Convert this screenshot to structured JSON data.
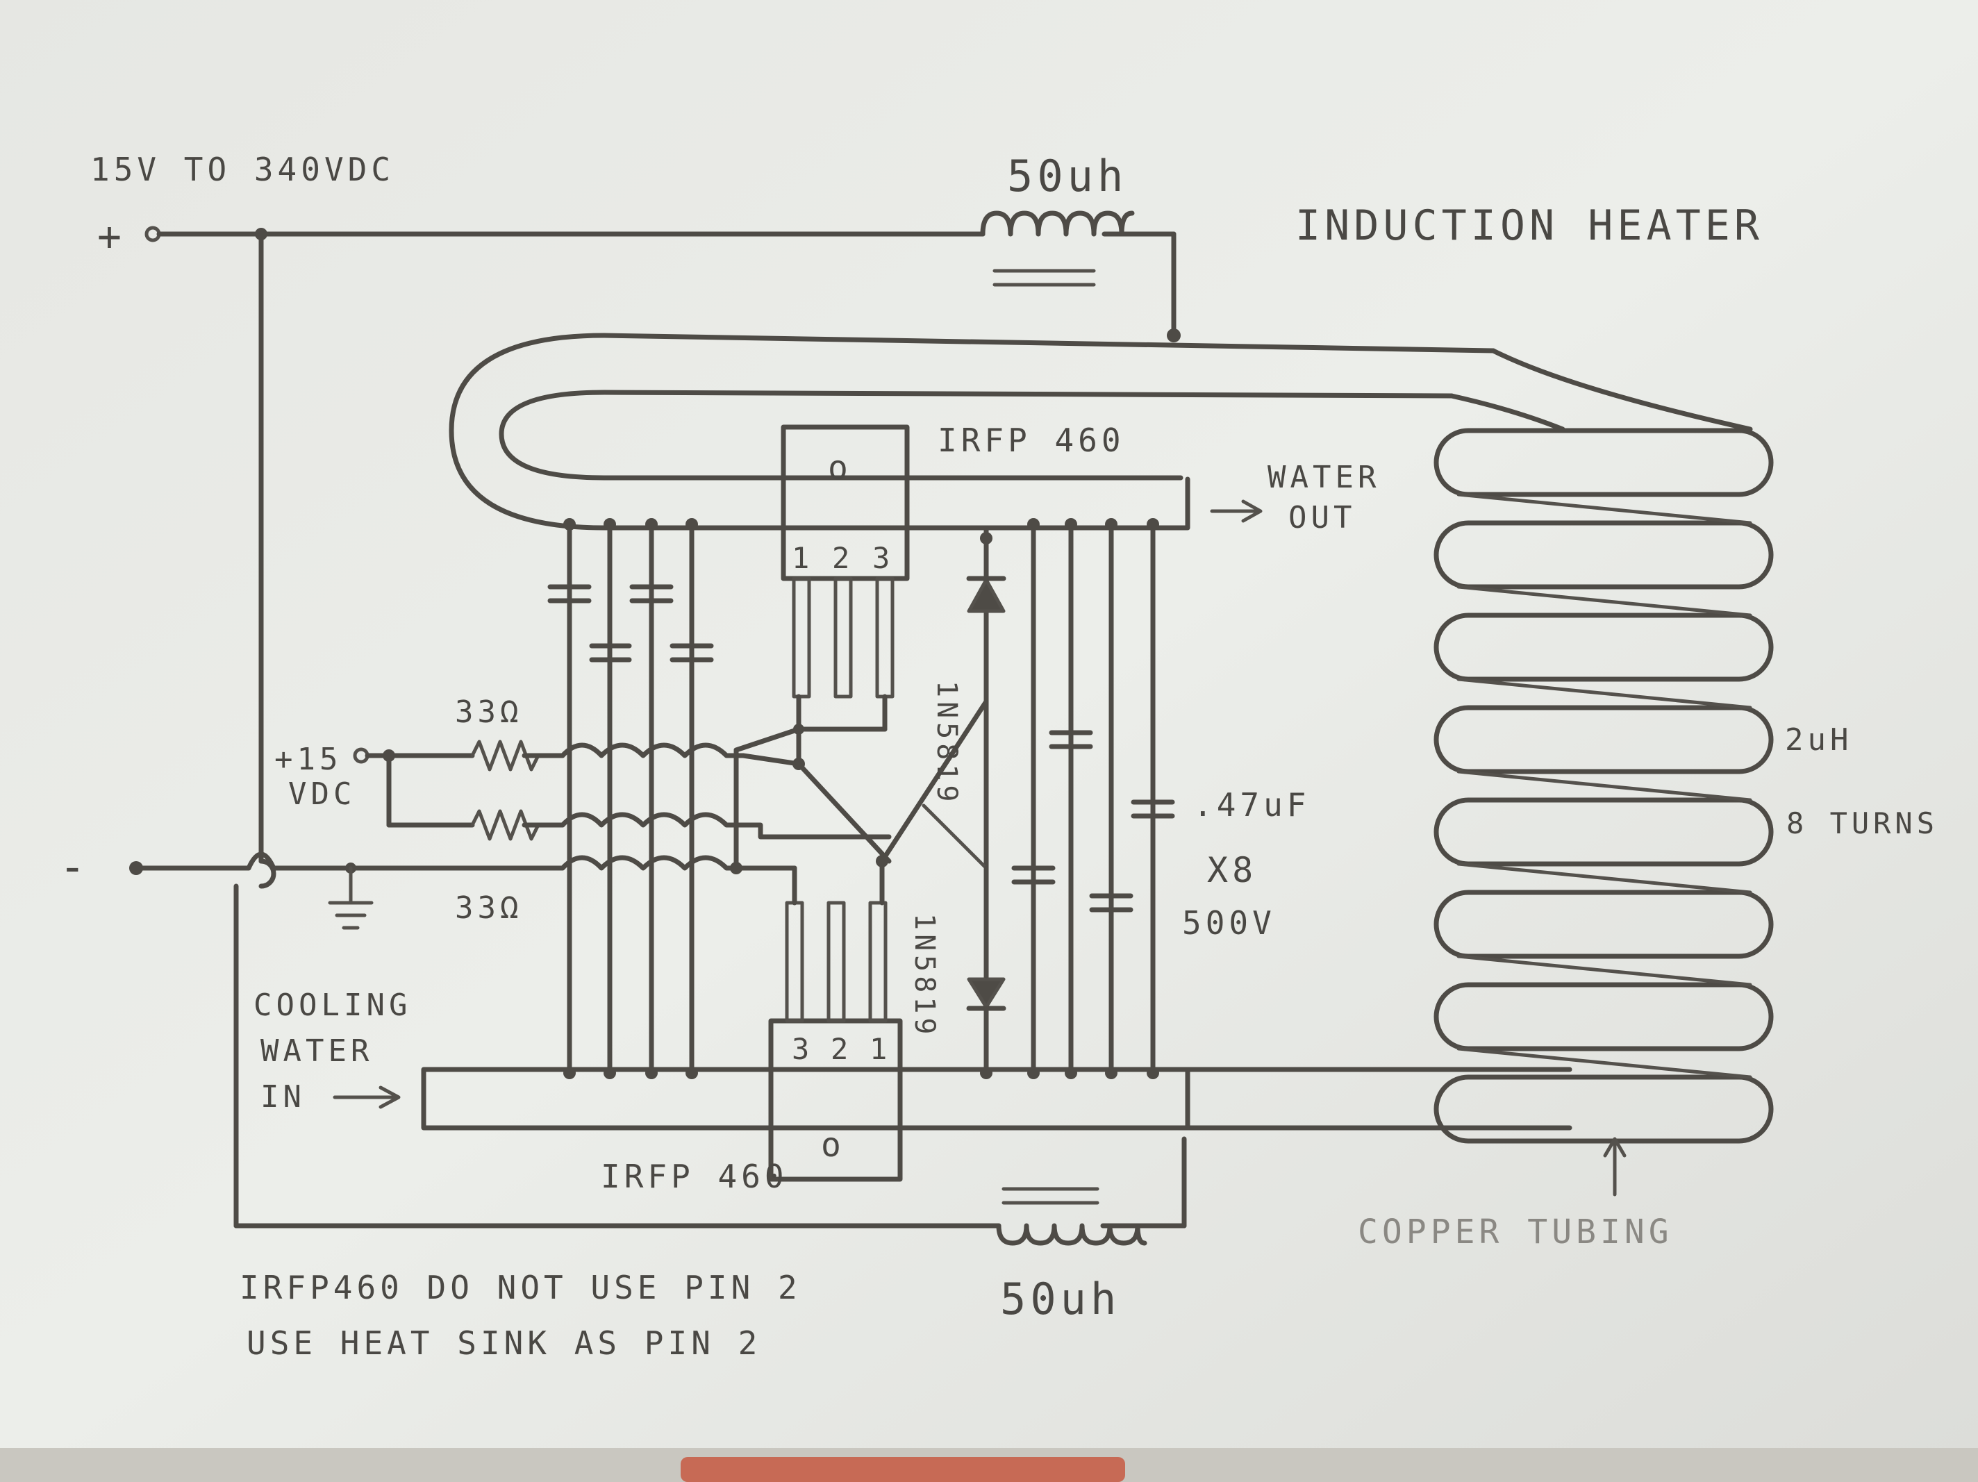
{
  "title": "INDUCTION HEATER",
  "supply": {
    "voltage_range": "15V TO 340VDC",
    "plus": "+",
    "minus": "-"
  },
  "gate_supply": {
    "line1": "+15",
    "line2": "VDC"
  },
  "chokes": {
    "top": "50uh",
    "bottom": "50uh"
  },
  "mosfets": {
    "top": {
      "label": "IRFP 460",
      "pins": [
        "1",
        "2",
        "3"
      ],
      "tab": "o"
    },
    "bottom": {
      "label": "IRFP 460",
      "pins": [
        "3",
        "2",
        "1"
      ],
      "tab": "o"
    }
  },
  "resistors": {
    "top": "33Ω",
    "bottom": "33Ω"
  },
  "diodes": {
    "top": "1N5819",
    "bottom": "1N5819"
  },
  "capacitors": {
    "value": ".47uF",
    "count": "X8",
    "voltage": "500V"
  },
  "work_coil": {
    "inductance": "2uH",
    "turns": "8 TURNS"
  },
  "water": {
    "out_line1": "WATER",
    "out_line2": "OUT",
    "in_line1": "COOLING",
    "in_line2": "WATER",
    "in_line3": "IN"
  },
  "copper": "COPPER TUBING",
  "notes": [
    "IRFP460 DO NOT USE PIN 2",
    "USE HEAT SINK AS PIN 2"
  ],
  "colors": {
    "paper": "#e9eae6",
    "ink": "#4e4b46",
    "background": "#d9dad6"
  }
}
